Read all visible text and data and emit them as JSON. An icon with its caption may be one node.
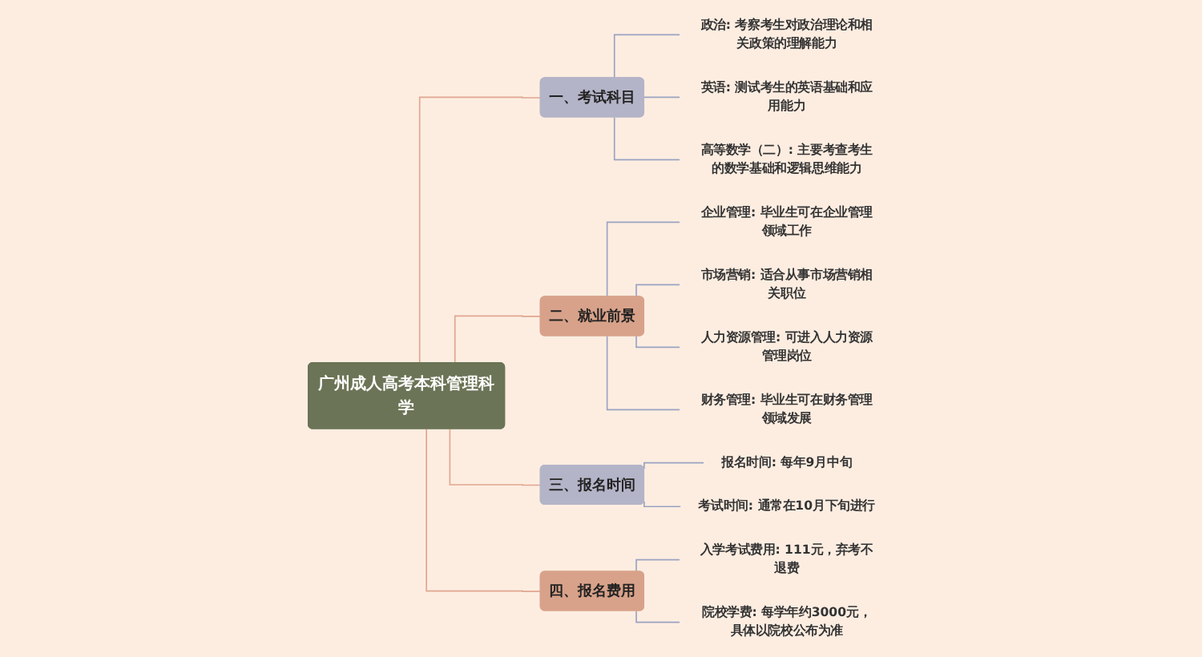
{
  "diagram": {
    "nodes": [
      {
        "text": [
          "广州成人高考本科管理科学"
        ]
      },
      {
        "text": [
          "一、考试科目"
        ]
      },
      {
        "text": [
          "政治: 考察考生对政治理论和相关政策的理解能力"
        ]
      },
      {
        "text": [
          "英语: 测试考生的英语基础和应用能力"
        ]
      },
      {
        "text": [
          "高等数学（二）: 主要考查考生的数学基础和逻辑思维能力"
        ]
      },
      {
        "text": [
          "二、就业前景"
        ]
      },
      {
        "text": [
          "企业管理: 毕业生可在企业管理领域工作"
        ]
      },
      {
        "text": [
          "市场营销: 适合从事市场营销相关职位"
        ]
      },
      {
        "text": [
          "人力资源管理: 可进入人力资源管理岗位"
        ]
      },
      {
        "text": [
          "财务管理: 毕业生可在财务管理领域发展"
        ]
      },
      {
        "text": [
          "三、报名时间"
        ]
      },
      {
        "text": [
          "报名时间: 每年9月中旬"
        ]
      },
      {
        "text": [
          "考试时间: 通常在10月下旬进行"
        ]
      },
      {
        "text": [
          "四、报名费用"
        ]
      },
      {
        "text": [
          "入学考试费用: 111元，弃考不退费"
        ]
      },
      {
        "text": [
          "院校学费: 每学年约3000元，具体以院校公布为准"
        ]
      }
    ],
    "edges": [
      {
        "from": 0,
        "to": 1,
        "arrow": "none",
        "color": "#e0a68f"
      },
      {
        "from": 1,
        "to": 2,
        "arrow": "none"
      },
      {
        "from": 1,
        "to": 3,
        "arrow": "none"
      },
      {
        "from": 1,
        "to": 4,
        "arrow": "none"
      },
      {
        "from": 0,
        "to": 5,
        "arrow": "none",
        "color": "#e0a68f"
      },
      {
        "from": 5,
        "to": 6,
        "arrow": "none"
      },
      {
        "from": 5,
        "to": 7,
        "arrow": "none"
      },
      {
        "from": 5,
        "to": 8,
        "arrow": "none"
      },
      {
        "from": 5,
        "to": 9,
        "arrow": "none"
      },
      {
        "from": 0,
        "to": 10,
        "arrow": "none",
        "color": "#e0a68f"
      },
      {
        "from": 10,
        "to": 11,
        "arrow": "none"
      },
      {
        "from": 10,
        "to": 12,
        "arrow": "none"
      },
      {
        "from": 0,
        "to": 13,
        "arrow": "none",
        "color": "#e0a68f"
      },
      {
        "from": 13,
        "to": 14,
        "arrow": "none"
      },
      {
        "from": 13,
        "to": 15,
        "arrow": "none"
      }
    ]
  }
}
